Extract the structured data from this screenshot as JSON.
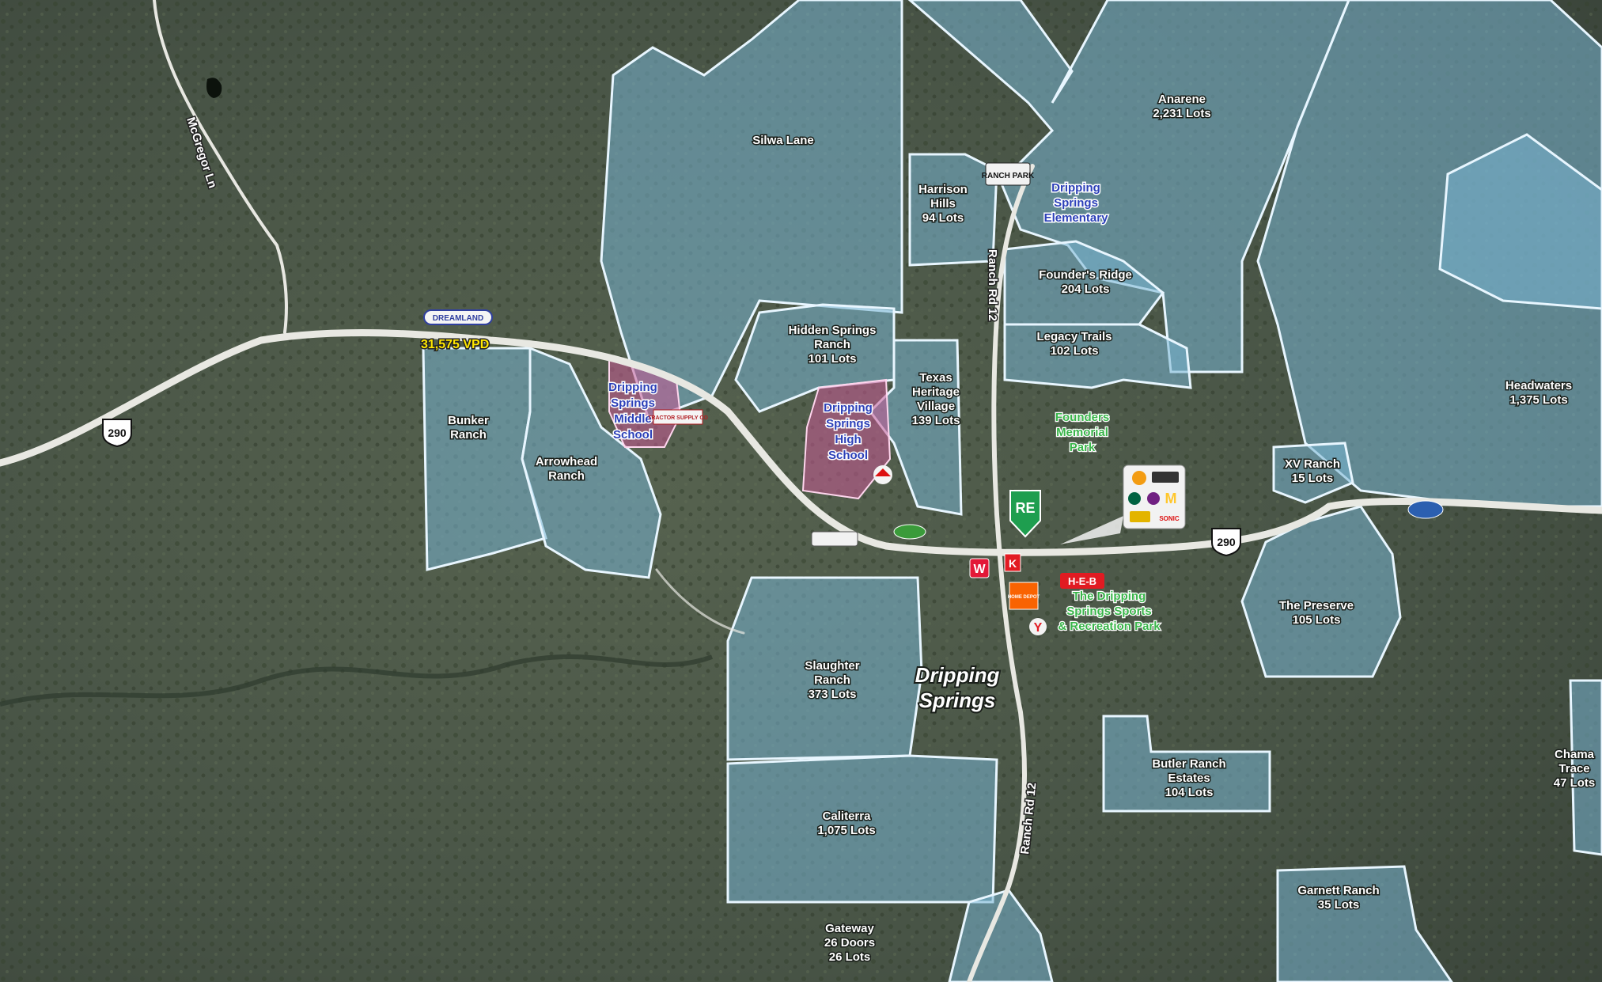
{
  "map": {
    "city": "Dripping Springs",
    "highway_shield": "290",
    "traffic_count": "31,575 VPD",
    "roads": {
      "mcgregor": "McGregor Ln",
      "ranch_rd_north": "Ranch Rd 12",
      "ranch_rd_south": "Ranch Rd 12"
    },
    "subdivisions": [
      {
        "name": "Silwa Lane",
        "lots": ""
      },
      {
        "name": "Anarene",
        "lots": "2,231 Lots"
      },
      {
        "name": "Harrison Hills",
        "lots": "94 Lots"
      },
      {
        "name": "Founder's Ridge",
        "lots": "204 Lots"
      },
      {
        "name": "Legacy Trails",
        "lots": "102 Lots"
      },
      {
        "name": "Hidden Springs Ranch",
        "lots": "101 Lots"
      },
      {
        "name": "Texas Heritage Village",
        "lots": "139 Lots"
      },
      {
        "name": "Bunker Ranch",
        "lots": ""
      },
      {
        "name": "Arrowhead Ranch",
        "lots": ""
      },
      {
        "name": "Headwaters",
        "lots": "1,375 Lots"
      },
      {
        "name": "XV Ranch",
        "lots": "15 Lots"
      },
      {
        "name": "The Preserve",
        "lots": "105 Lots"
      },
      {
        "name": "Slaughter Ranch",
        "lots": "373 Lots"
      },
      {
        "name": "Butler Ranch Estates",
        "lots": "104 Lots"
      },
      {
        "name": "Caliterra",
        "lots": "1,075 Lots"
      },
      {
        "name": "Chama Trace",
        "lots": "47 Lots"
      },
      {
        "name": "Garnett Ranch",
        "lots": "35 Lots"
      },
      {
        "name": "Gateway",
        "lots": "26 Doors 26 Lots"
      }
    ],
    "schools": [
      {
        "name": "Dripping Springs Middle School"
      },
      {
        "name": "Dripping Springs High School"
      },
      {
        "name": "Dripping Springs Elementary"
      }
    ],
    "parks": [
      {
        "name": "Founders Memorial Park"
      },
      {
        "name": "The Dripping Springs Sports & Recreation Park"
      }
    ],
    "pois": {
      "ranch_park": "RANCH PARK",
      "dreamland": "DREAMLAND",
      "tractor_supply": "TRACTOR SUPPLY CO",
      "heb": "H-E-B",
      "home_depot": "HOME DEPOT",
      "ymca": "Y",
      "subject_marker": "RE",
      "sonic": "SONIC"
    }
  }
}
